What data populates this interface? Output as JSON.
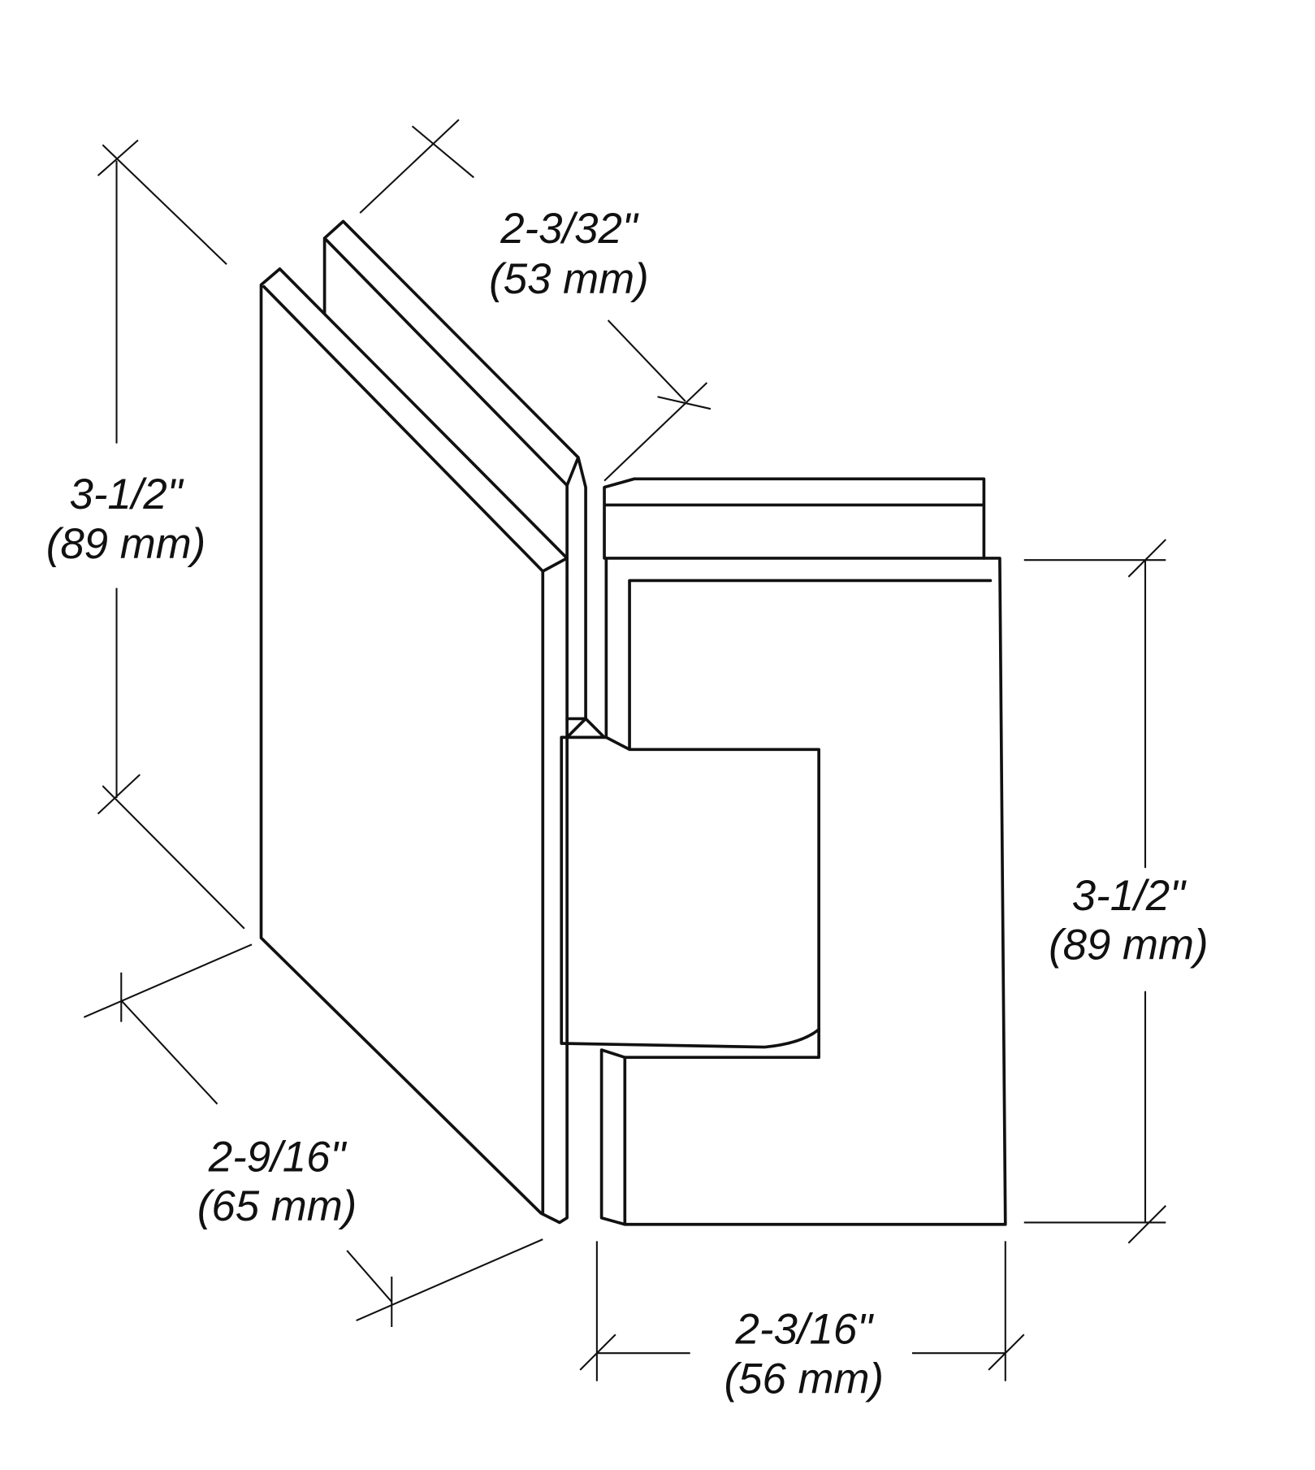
{
  "dimensions": {
    "height_left": {
      "imperial": "3-1/2\"",
      "metric": "(89 mm)"
    },
    "glass_top": {
      "imperial": "2-3/32\"",
      "metric": "(53 mm)"
    },
    "depth_left": {
      "imperial": "2-9/16\"",
      "metric": "(65 mm)"
    },
    "height_right": {
      "imperial": "3-1/2\"",
      "metric": "(89 mm)"
    },
    "width_bottom": {
      "imperial": "2-3/16\"",
      "metric": "(56 mm)"
    }
  },
  "colors": {
    "line": "#111111",
    "background": "#ffffff"
  }
}
